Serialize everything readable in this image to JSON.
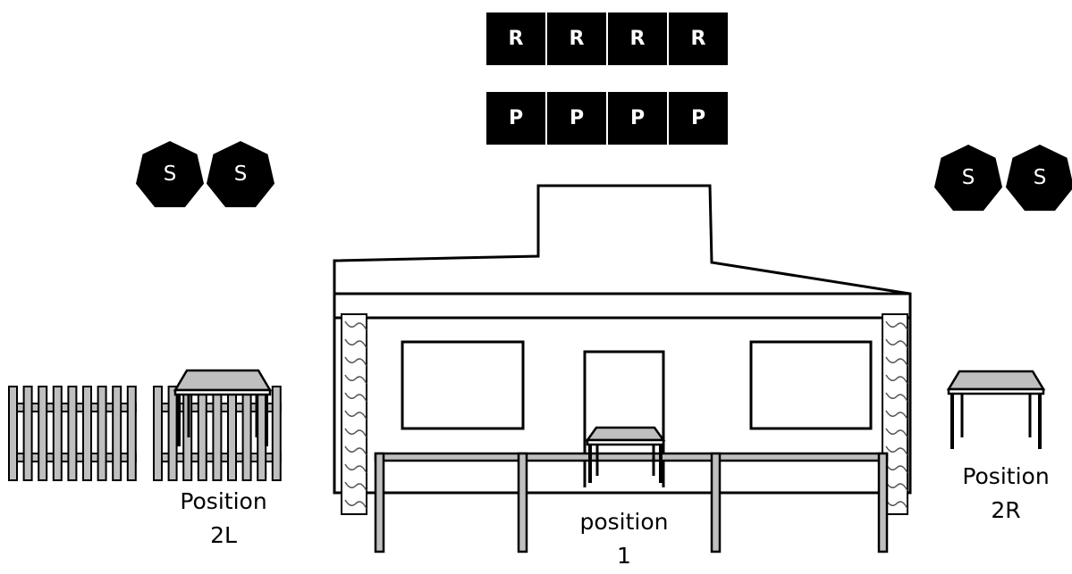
{
  "tokens": {
    "r_row": [
      "R",
      "R",
      "R",
      "R"
    ],
    "p_row": [
      "P",
      "P",
      "P",
      "P"
    ],
    "s_left": [
      "S",
      "S"
    ],
    "s_right": [
      "S",
      "S"
    ]
  },
  "labels": {
    "position_2l_line1": "Position",
    "position_2l_line2": "2L",
    "position_1_line1": "position",
    "position_1_line2": "1",
    "position_2r_line1": "Position",
    "position_2r_line2": "2R"
  },
  "colors": {
    "token_fill": "#000000",
    "token_text": "#ffffff",
    "gray_fill": "#bfbfbf",
    "outline": "#000000"
  }
}
